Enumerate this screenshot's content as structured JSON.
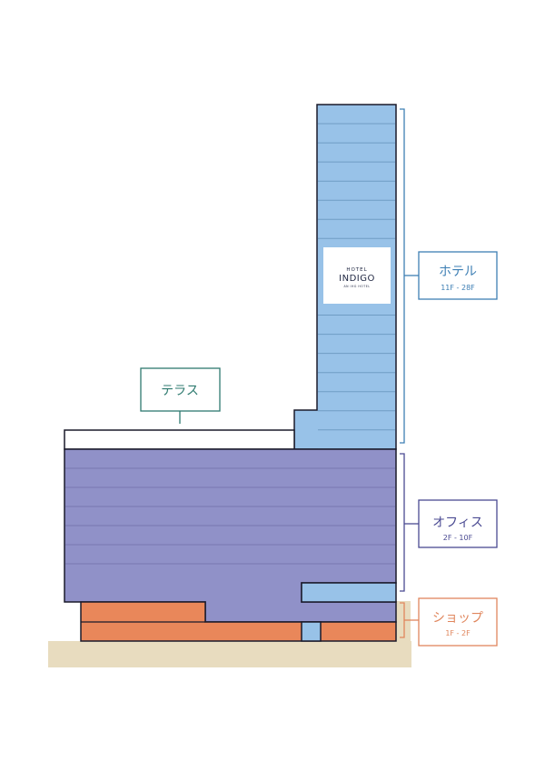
{
  "colors": {
    "hotel": "#98c2e8",
    "office": "#9091c8",
    "shop": "#e9875a",
    "ground": "#e8dcbf",
    "outline": "#1a1a2a",
    "floor_line_hotel": "#7fa8cc",
    "floor_line_office": "#7b7cb4",
    "floor_line_shop": "#c66e45",
    "terrace_label": "#2e7a6f",
    "hotel_label": "#3e7fb4",
    "office_label": "#4a4a92",
    "shop_label": "#e0865d"
  },
  "labels": {
    "terrace": {
      "title": "テラス"
    },
    "hotel": {
      "title": "ホテル",
      "floors": "11F - 28F"
    },
    "office": {
      "title": "オフィス",
      "floors": "2F - 10F"
    },
    "shop": {
      "title": "ショップ",
      "floors": "1F - 2F"
    }
  },
  "logo": {
    "top": "HOTEL",
    "main": "INDIGO",
    "sub": "AN IHG HOTEL"
  }
}
